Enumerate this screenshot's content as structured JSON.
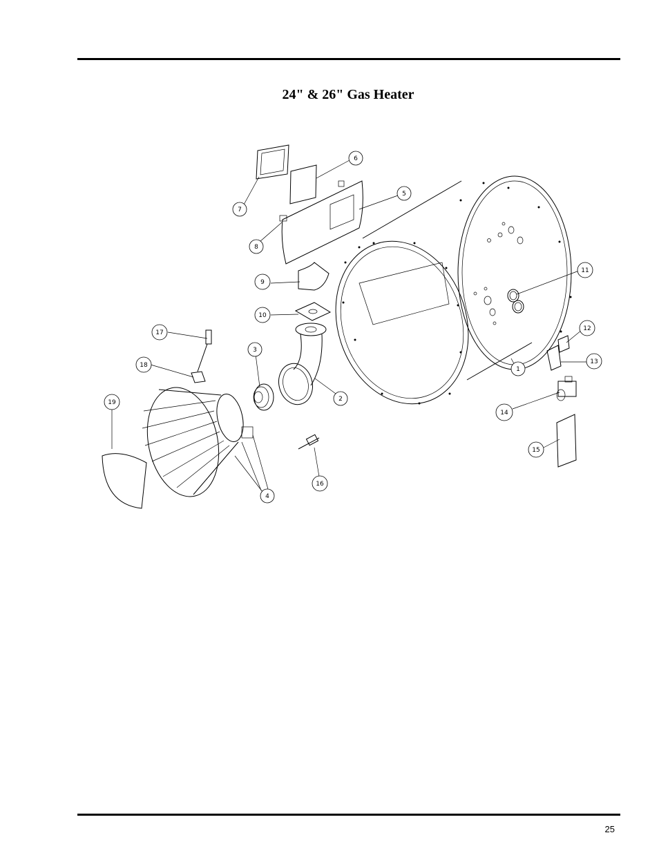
{
  "header": {
    "title": "24\" & 26\" Gas Heater"
  },
  "footer": {
    "page_number": "25"
  },
  "diagram": {
    "callouts": [
      "1",
      "2",
      "3",
      "4",
      "5",
      "6",
      "7",
      "8",
      "9",
      "10",
      "11",
      "12",
      "13",
      "14",
      "15",
      "16",
      "17",
      "18",
      "19"
    ]
  }
}
